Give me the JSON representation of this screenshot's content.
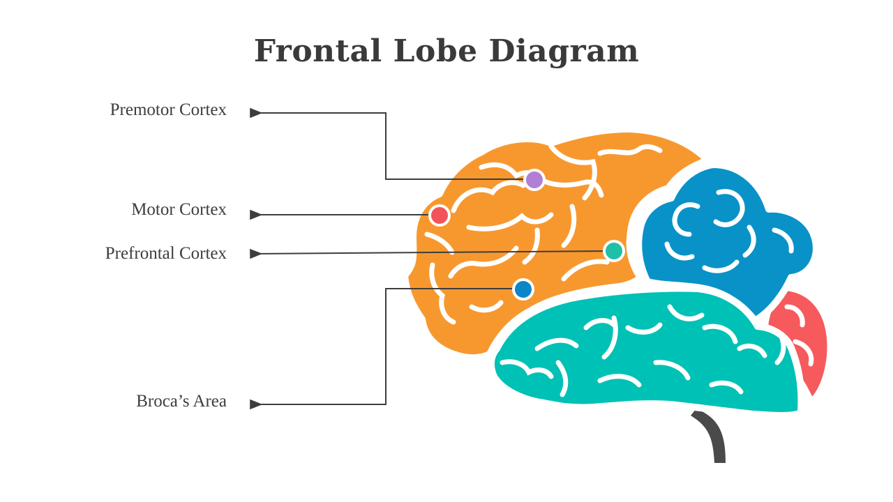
{
  "title": "Frontal Lobe Diagram",
  "labels": [
    {
      "id": "premotor",
      "text": "Premotor Cortex",
      "marker_color": "#b07fd6"
    },
    {
      "id": "motor",
      "text": "Motor Cortex",
      "marker_color": "#f2545b"
    },
    {
      "id": "prefrontal",
      "text": "Prefrontal Cortex",
      "marker_color": "#1fbfa8"
    },
    {
      "id": "broca",
      "text": "Broca’s Area",
      "marker_color": "#0b86c6"
    }
  ],
  "colors": {
    "frontal_lobe": "#f7982f",
    "parietal_lobe": "#0892c8",
    "temporal_lobe": "#00c1b5",
    "occipital_lobe": "#f65a5c",
    "brain_stem": "#4a4a4a",
    "leader_line": "#3d3d3d",
    "text": "#3a3a3a"
  }
}
